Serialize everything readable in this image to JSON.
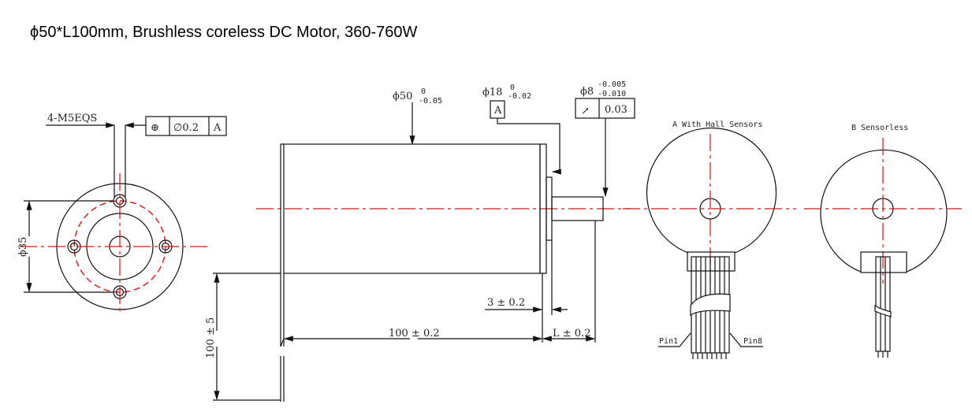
{
  "title": "ϕ50*L100mm, Brushless coreless DC Motor, 360-760W",
  "end_view": {
    "thread_label": "4-M5EQS",
    "position_symbol": "⊕",
    "tolerance": "∅0.2",
    "datum": "A",
    "bolt_circle": "ϕ35"
  },
  "side_view": {
    "body_diameter": "ϕ50",
    "body_diameter_upper": "0",
    "body_diameter_lower": "-0.05",
    "pilot_diameter": "ϕ18",
    "pilot_upper": "0",
    "pilot_lower": "-0.02",
    "datum": "A",
    "shaft_diameter": "ϕ8",
    "shaft_upper": "-0.005",
    "shaft_lower": "-0.010",
    "runout_symbol": "↗",
    "runout_value": "0.03",
    "pilot_length": "3 ± 0.2",
    "body_length": "100 ± 0.2",
    "shaft_length": "L ± 0.2",
    "lead_length": "100 ± 5"
  },
  "rear_views": {
    "a_label": "A With Hall Sensors",
    "b_label": "B Sensorless",
    "pin1": "Pin1",
    "pin8": "Pin8"
  }
}
